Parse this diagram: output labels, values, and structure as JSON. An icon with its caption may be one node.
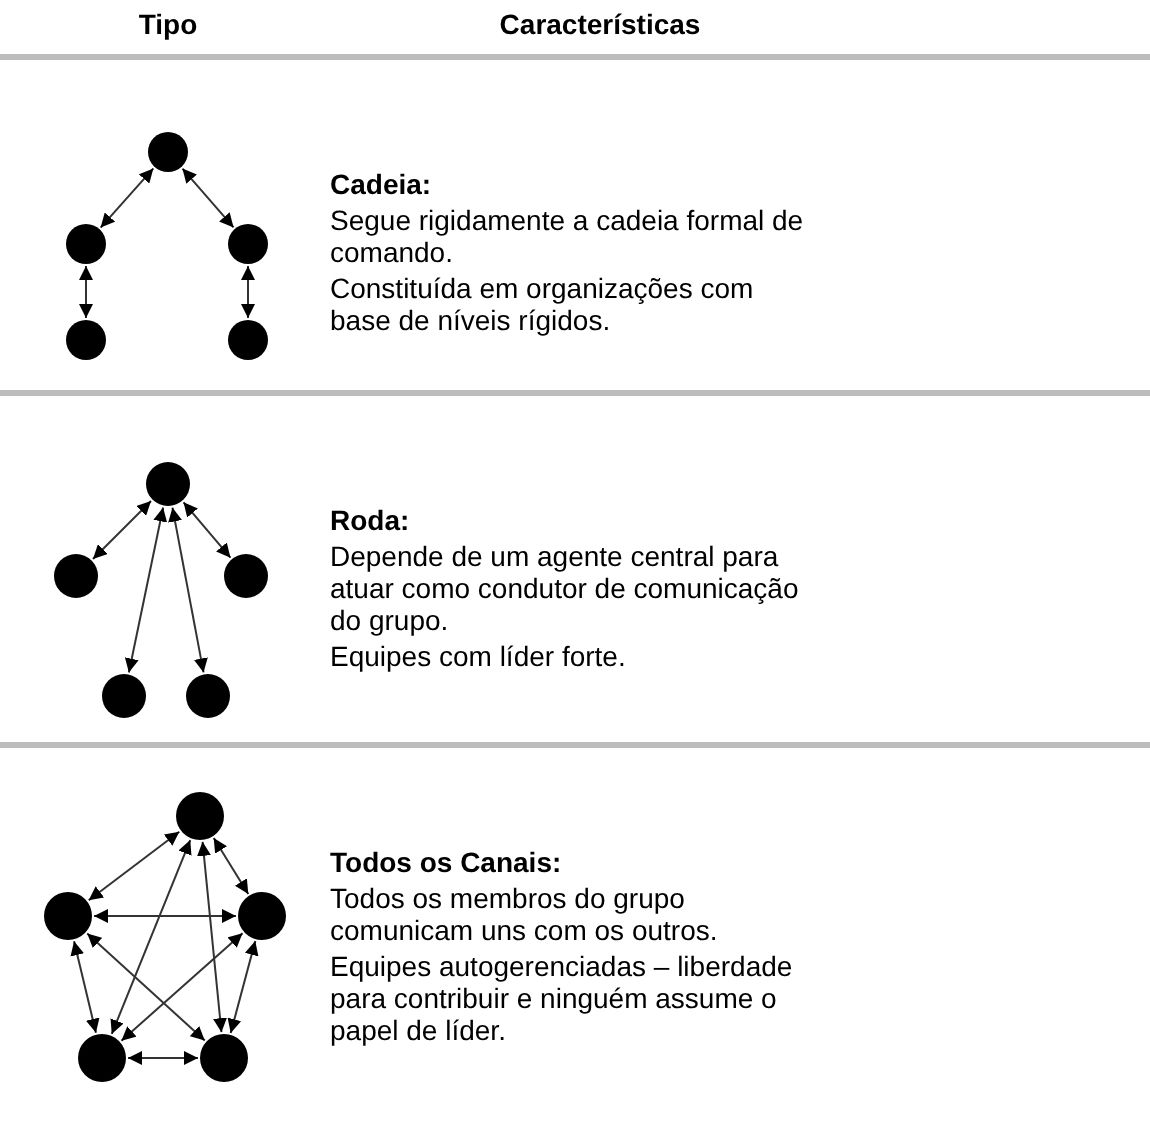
{
  "diagram": {
    "nodes": [
      {
        "text": [],
        "shape": "circle"
      },
      {
        "text": [],
        "shape": "circle"
      },
      {
        "text": [],
        "shape": "circle"
      },
      {
        "text": [],
        "shape": "circle"
      },
      {
        "text": [],
        "shape": "circle"
      },
      {
        "text": [],
        "shape": "circle"
      },
      {
        "text": [],
        "shape": "circle"
      },
      {
        "text": [],
        "shape": "circle"
      },
      {
        "text": [],
        "shape": "circle"
      },
      {
        "text": [],
        "shape": "circle"
      },
      {
        "text": [],
        "shape": "circle"
      },
      {
        "text": [],
        "shape": "circle"
      },
      {
        "text": [],
        "shape": "circle"
      },
      {
        "text": [],
        "shape": "circle"
      },
      {
        "text": [],
        "shape": "circle"
      }
    ],
    "edges": [
      {
        "from": 0,
        "to": 1,
        "arrow": "both"
      },
      {
        "from": 0,
        "to": 2,
        "arrow": "both"
      },
      {
        "from": 1,
        "to": 3,
        "arrow": "both"
      },
      {
        "from": 2,
        "to": 4,
        "arrow": "both"
      },
      {
        "from": 5,
        "to": 6,
        "arrow": "both"
      },
      {
        "from": 5,
        "to": 7,
        "arrow": "both"
      },
      {
        "from": 5,
        "to": 8,
        "arrow": "both"
      },
      {
        "from": 5,
        "to": 9,
        "arrow": "both"
      },
      {
        "from": 10,
        "to": 11,
        "arrow": "both"
      },
      {
        "from": 10,
        "to": 12,
        "arrow": "both"
      },
      {
        "from": 10,
        "to": 13,
        "arrow": "both"
      },
      {
        "from": 10,
        "to": 14,
        "arrow": "both"
      },
      {
        "from": 11,
        "to": 12,
        "arrow": "both"
      },
      {
        "from": 11,
        "to": 13,
        "arrow": "both"
      },
      {
        "from": 11,
        "to": 14,
        "arrow": "both"
      },
      {
        "from": 12,
        "to": 13,
        "arrow": "both"
      },
      {
        "from": 12,
        "to": 14,
        "arrow": "both"
      },
      {
        "from": 13,
        "to": 14,
        "arrow": "both"
      }
    ],
    "labels": [
      "Tipo",
      "Características",
      "Cadeia:",
      "Segue rigidamente a cadeia formal de comando.",
      "Constituída em organizações com base de níveis rígidos.",
      "Roda:",
      "Depende de um agente central para atuar como condutor de comunicação do grupo.",
      "Equipes com líder forte.",
      "Todos os Canais:",
      "Todos os membros do grupo comunicam uns com os outros.",
      "Equipes autogerenciadas – liberdade para contribuir e ninguém assume o papel de líder."
    ]
  }
}
